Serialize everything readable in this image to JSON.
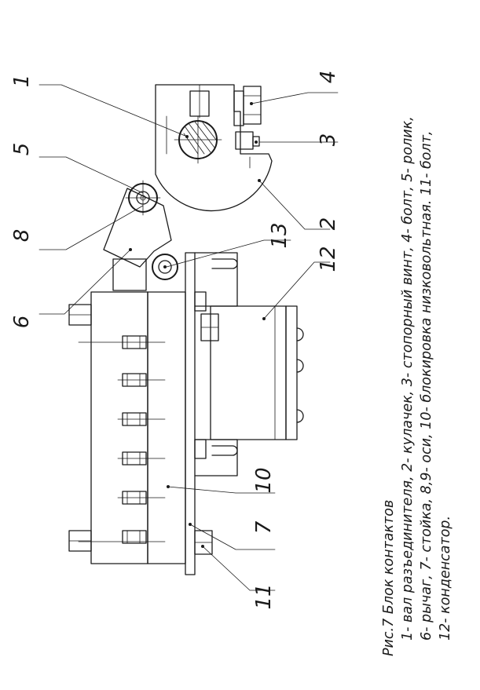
{
  "caption": {
    "title": "Рис.7 Блок контактов",
    "line1": "1- вал разъединителя, 2- кулачек, 3- стопорный винт, 4- болт, 5- ролик,",
    "line2": "6- рычаг, 7- стойка, 8,9- оси, 10- блокировка низковольтная. 11- болт,",
    "line3": "12- конденсатор."
  },
  "callouts": {
    "c1": "1",
    "c2": "2",
    "c3": "3",
    "c4": "4",
    "c5": "5",
    "c6": "6",
    "c7": "7",
    "c8": "8",
    "c10": "10",
    "c11": "11",
    "c12": "12",
    "c13": "13"
  }
}
